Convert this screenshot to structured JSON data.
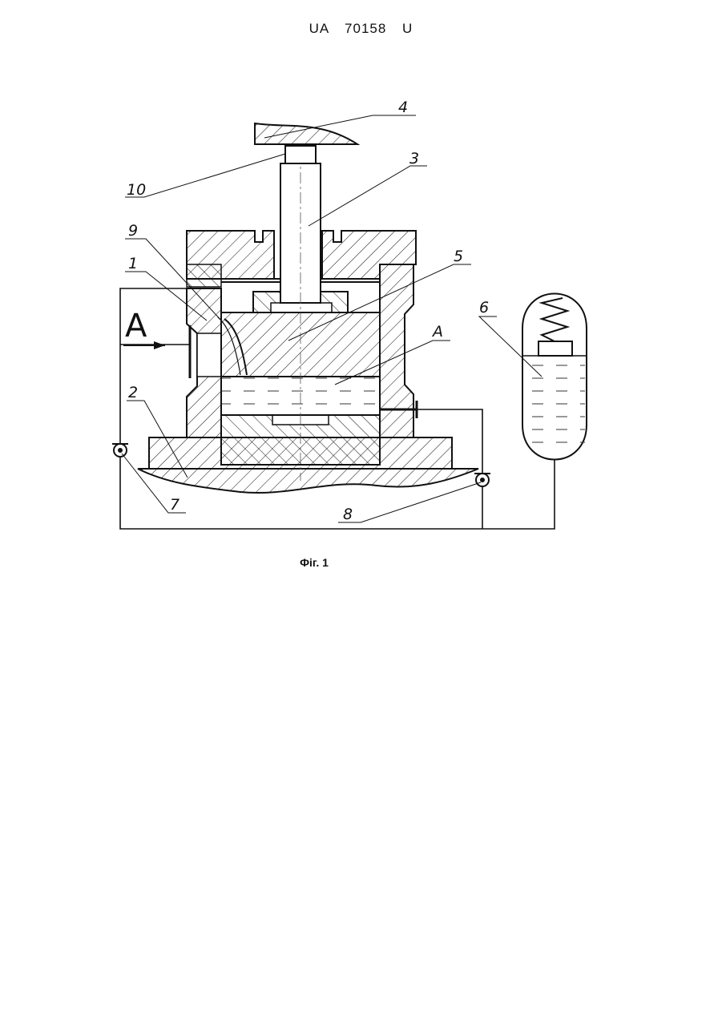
{
  "header": {
    "doc_number": "UA  70158  U"
  },
  "figure": {
    "caption": "Фіг. 1",
    "view_marker": "А",
    "cavity_label": "А",
    "callouts": [
      "1",
      "2",
      "3",
      "4",
      "5",
      "6",
      "7",
      "8",
      "9",
      "10"
    ]
  }
}
